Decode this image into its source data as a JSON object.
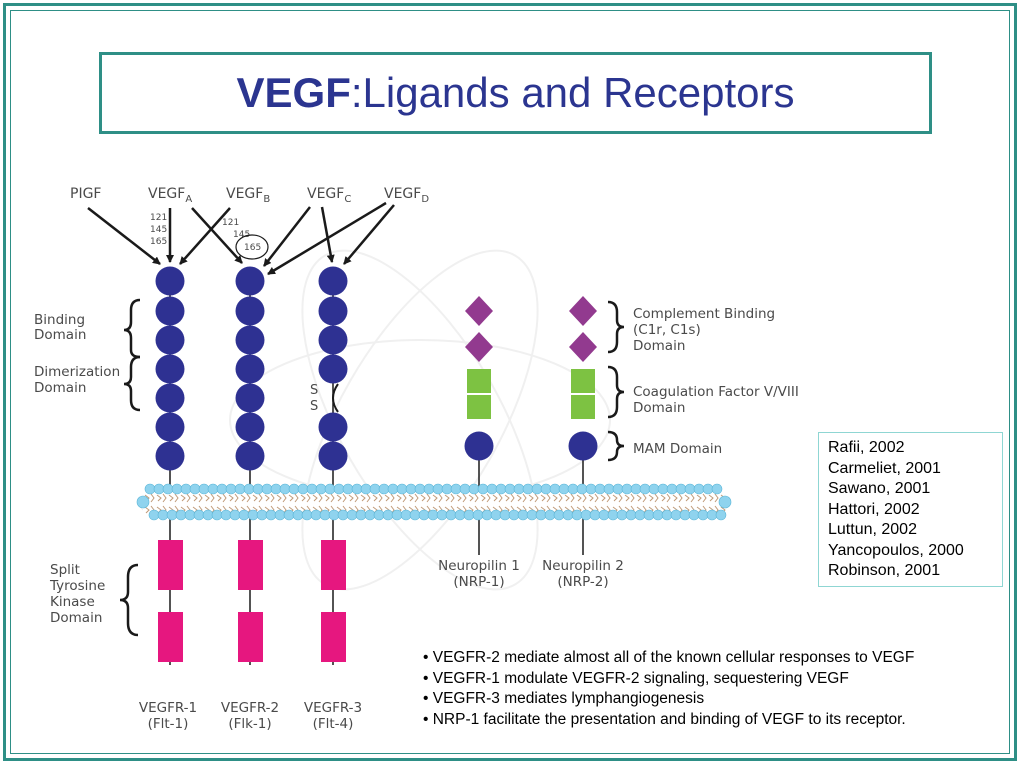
{
  "title": {
    "bold": "VEGF",
    "rest": ":Ligands and Receptors"
  },
  "ligands": {
    "pigf": "PIGF",
    "vegf_a": {
      "main": "VEGF",
      "sub": "A"
    },
    "vegf_b": {
      "main": "VEGF",
      "sub": "B"
    },
    "vegf_c": {
      "main": "VEGF",
      "sub": "C"
    },
    "vegf_d": {
      "main": "VEGF",
      "sub": "D"
    },
    "isoforms_a": [
      "121",
      "145",
      "165"
    ],
    "isoforms_b": [
      "121",
      "145",
      "165"
    ]
  },
  "domains_left": {
    "binding": [
      "Binding",
      "Domain"
    ],
    "dimerization": [
      "Dimerization",
      "Domain"
    ],
    "kinase": [
      "Split",
      "Tyrosine",
      "Kinase",
      "Domain"
    ]
  },
  "domains_right": {
    "complement": [
      "Complement Binding",
      "(C1r, C1s)",
      "Domain"
    ],
    "coagulation": [
      "Coagulation Factor V/VIII",
      "Domain"
    ],
    "mam": "MAM Domain"
  },
  "disulfide": [
    "S",
    "S"
  ],
  "receptors": [
    {
      "name": "VEGFR-1",
      "alias": "(Flt-1)"
    },
    {
      "name": "VEGFR-2",
      "alias": "(Flk-1)"
    },
    {
      "name": "VEGFR-3",
      "alias": "(Flt-4)"
    }
  ],
  "neuropilins": [
    {
      "name": "Neuropilin 1",
      "alias": "(NRP-1)"
    },
    {
      "name": "Neuropilin 2",
      "alias": "(NRP-2)"
    }
  ],
  "references": [
    "Rafii, 2002",
    "Carmeliet, 2001",
    "Sawano, 2001",
    "Hattori, 2002",
    "Luttun, 2002",
    "Yancopoulos, 2000",
    "Robinson, 2001"
  ],
  "notes": [
    "VEGFR-2 mediate almost all of the known cellular responses to VEGF",
    "VEGFR-1 modulate VEGFR-2 signaling, sequestering VEGF",
    "VEGFR-3 mediates lymphangiogenesis",
    "NRP-1 facilitate the presentation and binding of VEGF to its receptor."
  ],
  "colors": {
    "title": "#2b3590",
    "frame": "#2e8f86",
    "ig_domain": "#2e3192",
    "kinase": "#e6177f",
    "complement": "#923a8f",
    "coagulation": "#7dc242",
    "membrane": "#8fd3ee"
  }
}
